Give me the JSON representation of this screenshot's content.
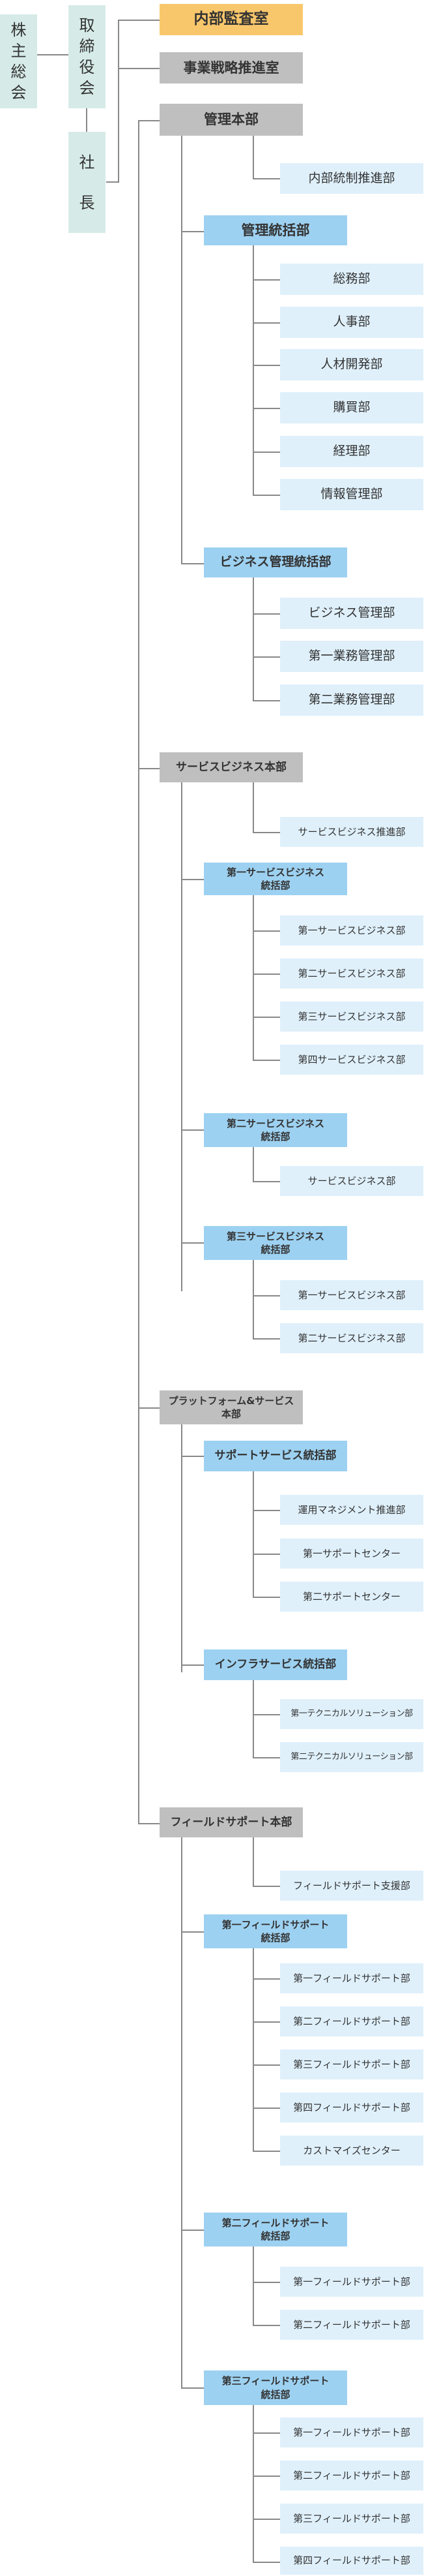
{
  "top": {
    "shareholders": [
      "株",
      "主",
      "総",
      "会"
    ],
    "board": [
      "取",
      "締",
      "役",
      "会"
    ],
    "president": [
      "社",
      "長"
    ]
  },
  "units": {
    "audit": "内部監査室",
    "strategy": "事業戦略推進室",
    "admin_hq": "管理本部",
    "admin_hq_items": [
      "内部統制推進部"
    ],
    "admin_ctrl": "管理統括部",
    "admin_ctrl_items": [
      "総務部",
      "人事部",
      "人材開発部",
      "購買部",
      "経理部",
      "情報管理部"
    ],
    "biz_ctrl": "ビジネス管理統括部",
    "biz_ctrl_items": [
      "ビジネス管理部",
      "第一業務管理部",
      "第二業務管理部"
    ],
    "service_hq": "サービスビジネス本部",
    "service_hq_items": [
      "サービスビジネス推進部"
    ],
    "svc1": [
      "第一サービスビジネス",
      "統括部"
    ],
    "svc1_items": [
      "第一サービスビジネス部",
      "第二サービスビジネス部",
      "第三サービスビジネス部",
      "第四サービスビジネス部"
    ],
    "svc2": [
      "第二サービスビジネス",
      "統括部"
    ],
    "svc2_items": [
      "サービスビジネス部"
    ],
    "svc3": [
      "第三サービスビジネス",
      "統括部"
    ],
    "svc3_items": [
      "第一サービスビジネス部",
      "第二サービスビジネス部"
    ],
    "platform_hq": [
      "プラットフォーム&サービス",
      "本部"
    ],
    "support_ctrl": "サポートサービス統括部",
    "support_ctrl_items": [
      "運用マネジメント推進部",
      "第一サポートセンター",
      "第二サポートセンター"
    ],
    "infra_ctrl": "インフラサービス統括部",
    "infra_ctrl_items": [
      "第一テクニカルソリューション部",
      "第二テクニカルソリューション部"
    ],
    "field_hq": "フィールドサポート本部",
    "field_hq_items": [
      "フィールドサポート支援部"
    ],
    "field1": [
      "第一フィールドサポート",
      "統括部"
    ],
    "field1_items": [
      "第一フィールドサポート部",
      "第二フィールドサポート部",
      "第三フィールドサポート部",
      "第四フィールドサポート部",
      "カストマイズセンター"
    ],
    "field2": [
      "第二フィールドサポート",
      "統括部"
    ],
    "field2_items": [
      "第一フィールドサポート部",
      "第二フィールドサポート部"
    ],
    "field3": [
      "第三フィールドサポート",
      "統括部"
    ],
    "field3_items": [
      "第一フィールドサポート部",
      "第二フィールドサポート部",
      "第三フィールドサポート部",
      "第四フィールドサポート部"
    ]
  },
  "colors": {
    "gray": "#bfbfbf",
    "orange": "#f9c76b",
    "blue": "#9dd1f1",
    "light": "#dff0fb",
    "teal": "#d6ebe8",
    "line": "#888888"
  }
}
